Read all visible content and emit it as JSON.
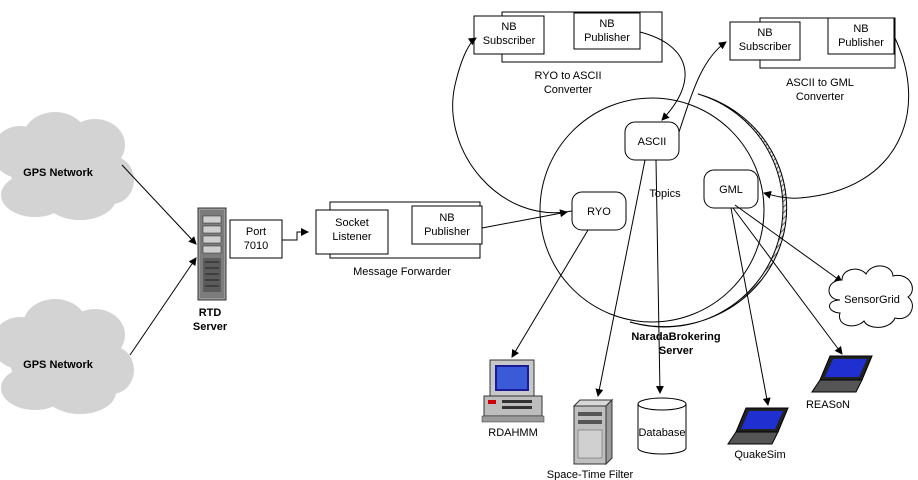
{
  "clouds": {
    "gps_top": "GPS Network",
    "gps_bottom": "GPS Network",
    "sensorgrid": "SensorGrid"
  },
  "rtd": {
    "name_line1": "RTD",
    "name_line2": "Server",
    "port_line1": "Port",
    "port_line2": "7010"
  },
  "forwarder": {
    "socket_line1": "Socket",
    "socket_line2": "Listener",
    "pub_line1": "NB",
    "pub_line2": "Publisher",
    "caption": "Message Forwarder"
  },
  "ryo_converter": {
    "sub_line1": "NB",
    "sub_line2": "Subscriber",
    "pub_line1": "NB",
    "pub_line2": "Publisher",
    "caption_line1": "RYO to ASCII",
    "caption_line2": "Converter"
  },
  "gml_converter": {
    "sub_line1": "NB",
    "sub_line2": "Subscriber",
    "pub_line1": "NB",
    "pub_line2": "Publisher",
    "caption_line1": "ASCII to GML",
    "caption_line2": "Converter"
  },
  "broker": {
    "topics_label": "Topics",
    "ascii": "ASCII",
    "ryo": "RYO",
    "gml": "GML",
    "name_line1": "NaradaBrokering",
    "name_line2": "Server"
  },
  "clients": {
    "rdahmm": "RDAHMM",
    "spacetime": "Space-Time Filter",
    "database": "Database",
    "quakesim": "QuakeSim",
    "reason": "REASoN"
  }
}
